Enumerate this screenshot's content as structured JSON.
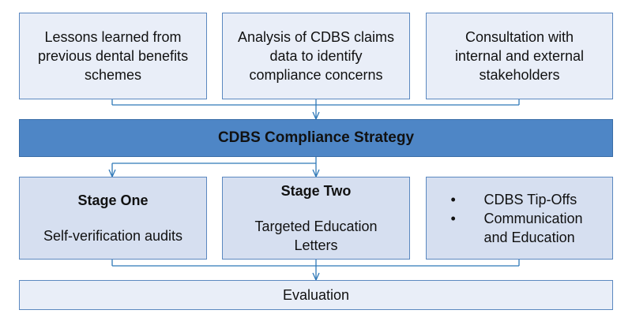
{
  "inputs": [
    {
      "text": "Lessons learned from previous dental benefits schemes"
    },
    {
      "text": "Analysis of CDBS claims data to identify compliance concerns"
    },
    {
      "text": "Consultation with internal and external stakeholders"
    }
  ],
  "strategy": {
    "title": "CDBS Compliance Strategy"
  },
  "stages": [
    {
      "title": "Stage One",
      "description": "Self-verification audits"
    },
    {
      "title": "Stage Two",
      "description": "Targeted Education Letters"
    }
  ],
  "activities": {
    "items": [
      "CDBS Tip-Offs",
      "Communication and Education"
    ]
  },
  "evaluation": {
    "title": "Evaluation"
  },
  "colors": {
    "banner_fill": "#4e86c6",
    "box_fill_light": "#e9eef8",
    "box_fill_mid": "#d6dff0",
    "border": "#5b88c0",
    "connector": "#2f79b8"
  }
}
